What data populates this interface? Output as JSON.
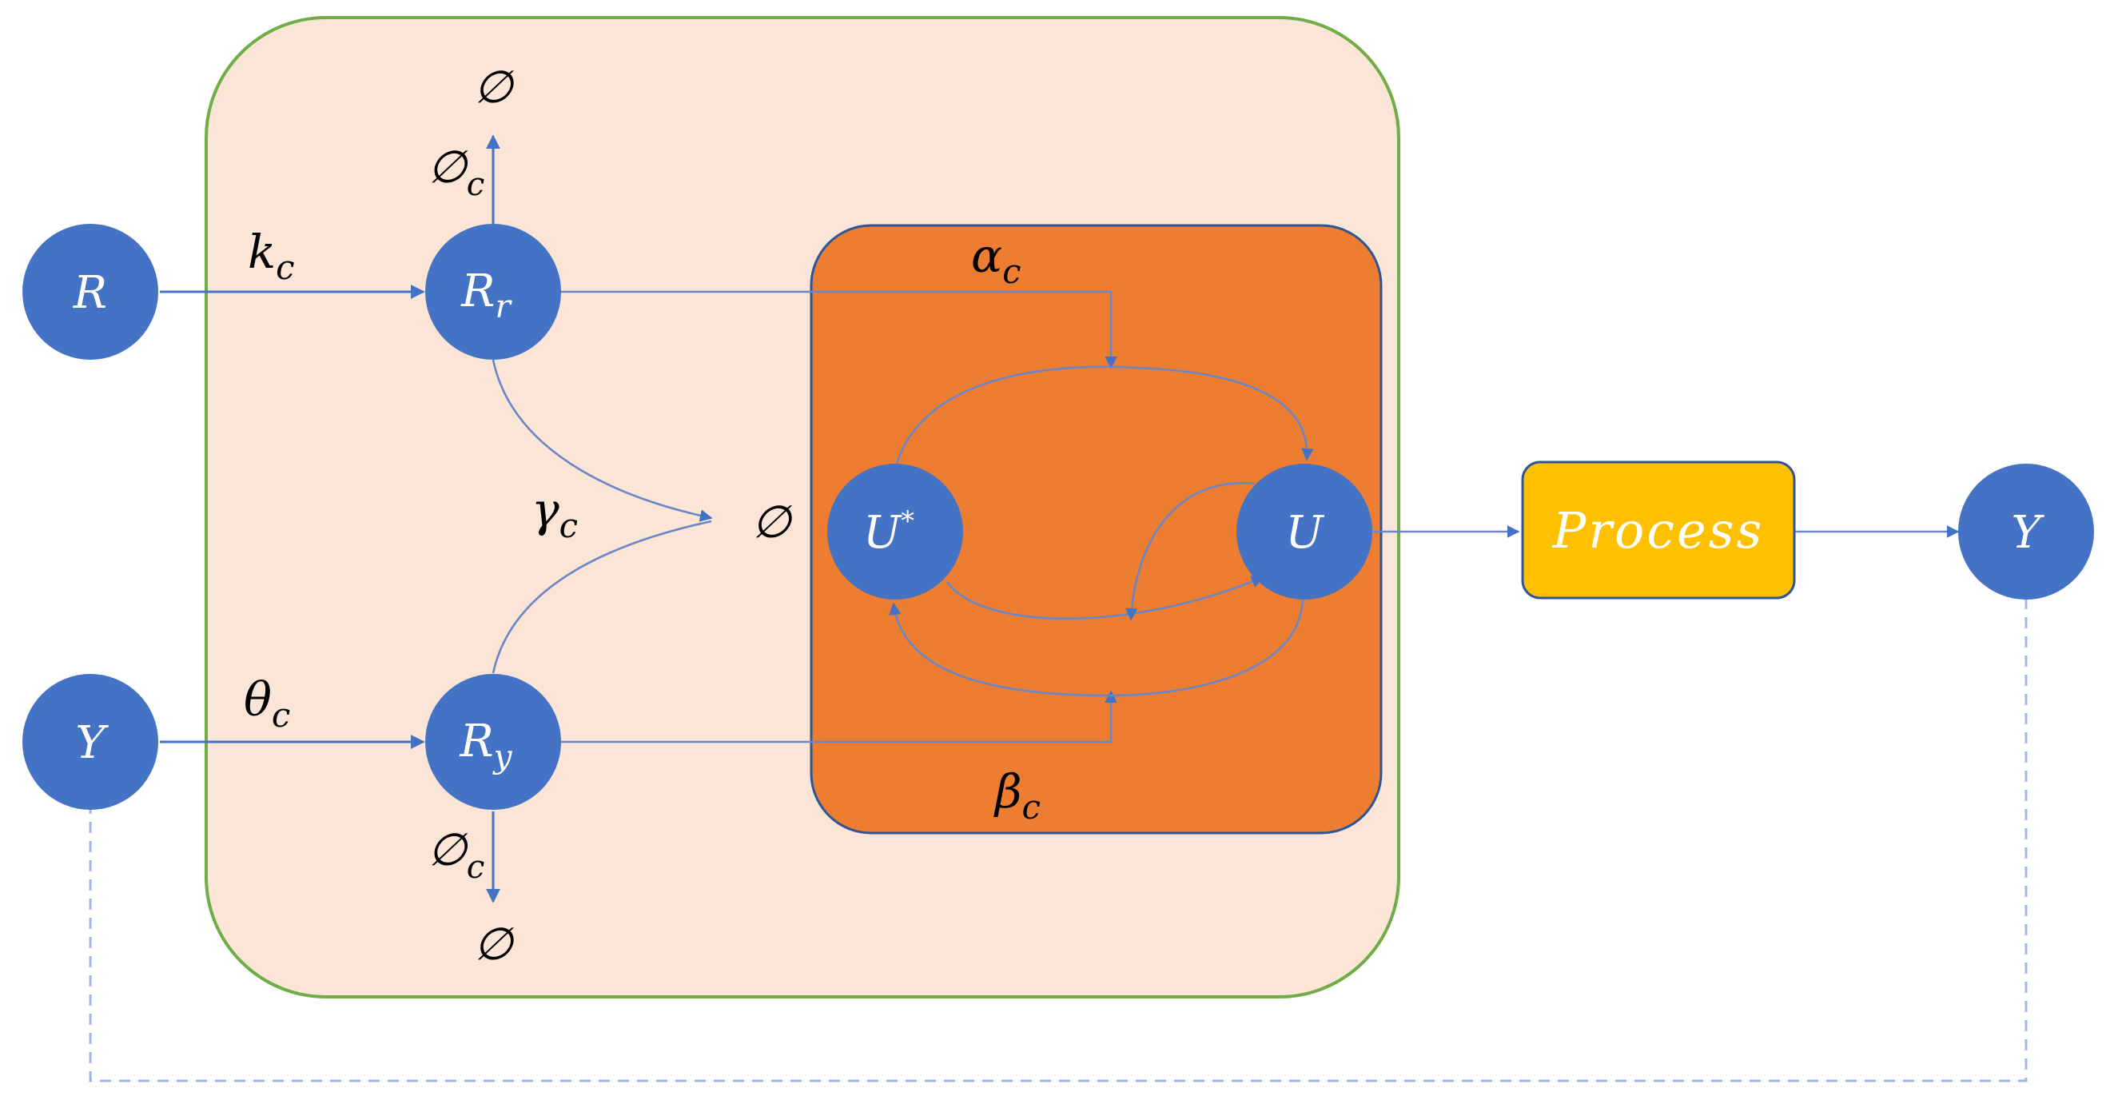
{
  "colors": {
    "node_fill": "#4472c4",
    "outer_box_fill": "#fbe5d6",
    "outer_box_stroke": "#70ad47",
    "inner_box_fill": "#ed7d31",
    "inner_box_stroke": "#2f5597",
    "process_fill": "#ffc000",
    "edge": "#4472c4",
    "feedback_edge": "#9eb5e0"
  },
  "nodes": {
    "R_in": {
      "main": "R"
    },
    "Y_in": {
      "main": "Y"
    },
    "Rr": {
      "main": "R",
      "sub": "r"
    },
    "Ry": {
      "main": "R",
      "sub": "y"
    },
    "Ustar": {
      "main": "U",
      "sup": "*"
    },
    "U": {
      "main": "U"
    },
    "Y_out": {
      "main": "Y"
    }
  },
  "process": {
    "label": "Process"
  },
  "labels": {
    "kc": {
      "main": "k",
      "sub": "c"
    },
    "theta_c": {
      "main": "θ",
      "sub": "c"
    },
    "alpha_c": {
      "main": "α",
      "sub": "c"
    },
    "beta_c": {
      "main": "β",
      "sub": "c"
    },
    "gamma_c": {
      "main": "γ",
      "sub": "c"
    },
    "phi_c_top": {
      "main": "∅",
      "sub": "c"
    },
    "phi_c_bottom": {
      "main": "∅",
      "sub": "c"
    },
    "null_top": "∅",
    "null_bottom": "∅",
    "null_mid": "∅"
  }
}
